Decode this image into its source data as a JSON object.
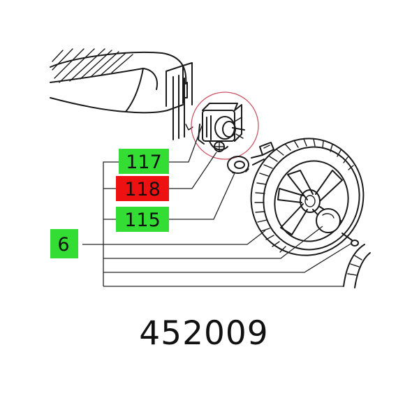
{
  "callouts": [
    {
      "label": "117",
      "status": "available"
    },
    {
      "label": "118",
      "status": "highlighted"
    },
    {
      "label": "115",
      "status": "available"
    },
    {
      "label": "6",
      "status": "available"
    }
  ],
  "part_number": "452009",
  "colors": {
    "available": "#33dd33",
    "highlighted": "#ee1111",
    "detail_circle": "#cc5566",
    "line": "#1a1a1a"
  }
}
